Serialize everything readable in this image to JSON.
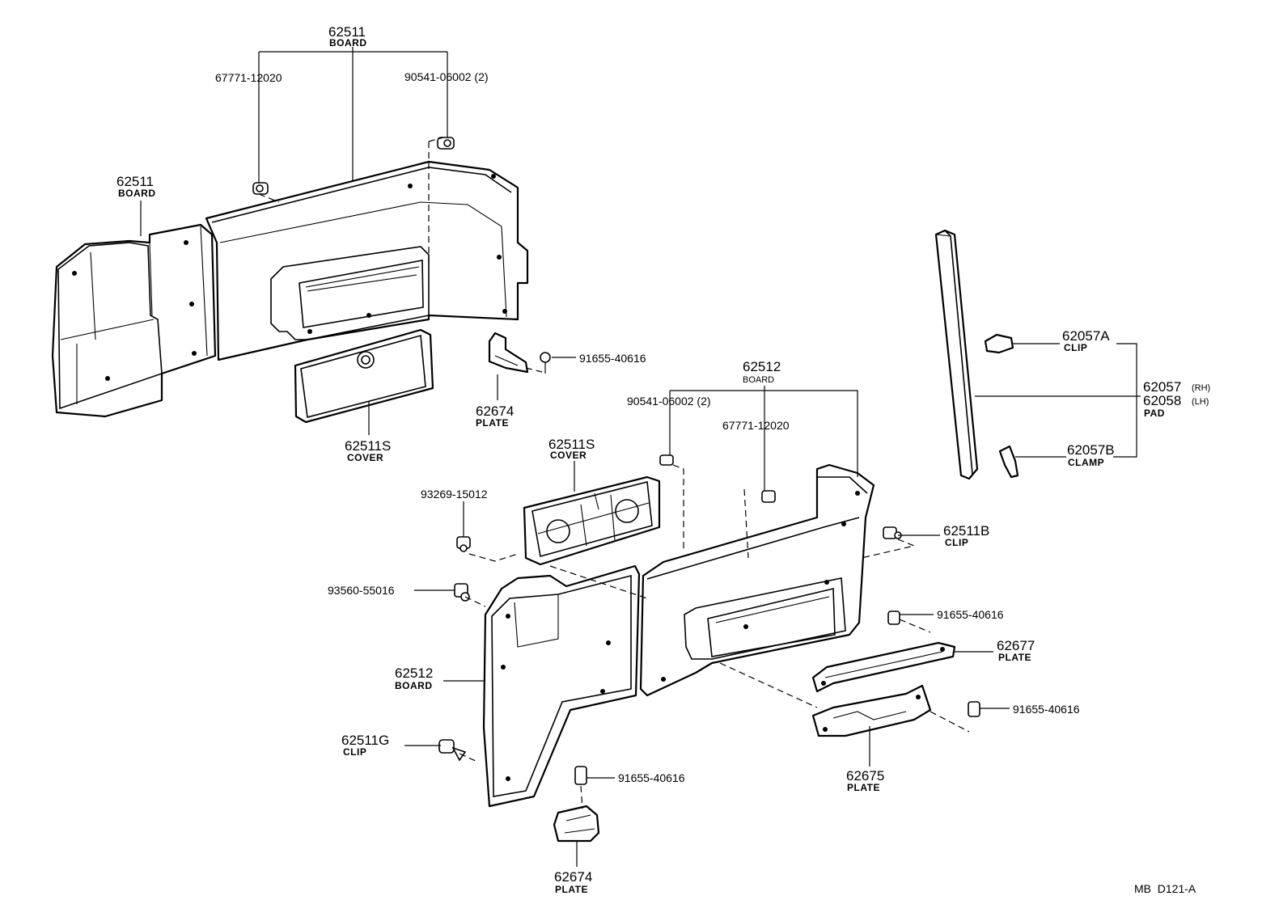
{
  "labels": {
    "board_top_upper": {
      "num": "62511",
      "sub": "BOARD"
    },
    "board_top_left": {
      "num": "62511",
      "sub": "BOARD"
    },
    "pn_67771_top": "67771-12020",
    "pn_90541_top": "90541-06002 (2)",
    "pn_91655_a": "91655-40616",
    "plate_62674_upper": {
      "num": "62674",
      "sub": "PLATE"
    },
    "cover_62511s_upper": {
      "num": "62511S",
      "sub": "COVER"
    },
    "board_62512_upper": {
      "num": "62512",
      "sub": "BOARD"
    },
    "pn_90541_mid": "90541-06002 (2)",
    "pn_67771_mid": "67771-12020",
    "cover_62511s_lower": {
      "num": "62511S",
      "sub": "COVER"
    },
    "pn_93269": "93269-15012",
    "clip_62511b": {
      "num": "62511B",
      "sub": "CLIP"
    },
    "pn_93560": "93560-55016",
    "pn_91655_b": "91655-40616",
    "plate_62677": {
      "num": "62677",
      "sub": "PLATE"
    },
    "board_62512_lower": {
      "num": "62512",
      "sub": "BOARD"
    },
    "pn_91655_c": "91655-40616",
    "clip_62511g": {
      "num": "62511G",
      "sub": "CLIP"
    },
    "pn_91655_d": "91655-40616",
    "plate_62675": {
      "num": "62675",
      "sub": "PLATE"
    },
    "plate_62674_lower": {
      "num": "62674",
      "sub": "PLATE"
    },
    "clip_62057a": {
      "num": "62057A",
      "sub": "CLIP"
    },
    "pad_62057": {
      "num": "62057",
      "side": "(RH)"
    },
    "pad_62058": {
      "num": "62058",
      "side": "(LH)",
      "sub": "PAD"
    },
    "clamp_62057b": {
      "num": "62057B",
      "sub": "CLAMP"
    },
    "diagram_ref": "MB  D121-A"
  }
}
